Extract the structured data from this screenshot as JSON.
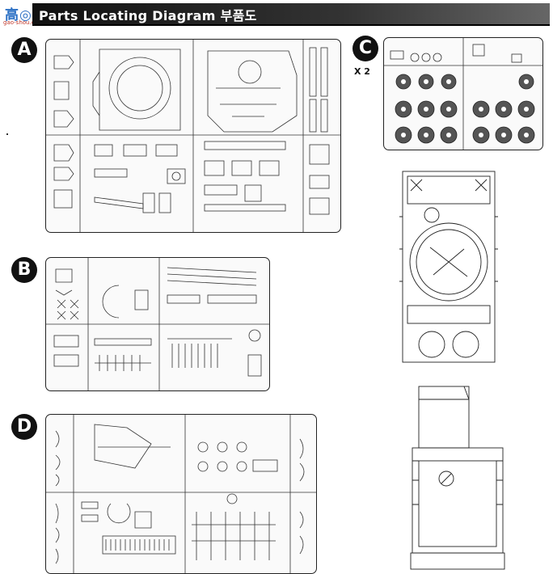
{
  "logo": {
    "glyphs": "高◎网",
    "url": "gao-shou.com"
  },
  "header": {
    "title": "Parts Locating Diagram 부품도"
  },
  "sprues": [
    {
      "id": "A",
      "label": "A"
    },
    {
      "id": "B",
      "label": "B"
    },
    {
      "id": "C",
      "label": "C",
      "multiplier": "X 2"
    },
    {
      "id": "D",
      "label": "D"
    }
  ],
  "colors": {
    "ink": "#222222",
    "header": "#111111",
    "logo": "#2a6fc4",
    "url": "#c0392b"
  },
  "icons": [
    "tank-hull-top-view-drawing",
    "tank-hull-bottom-view-drawing"
  ]
}
